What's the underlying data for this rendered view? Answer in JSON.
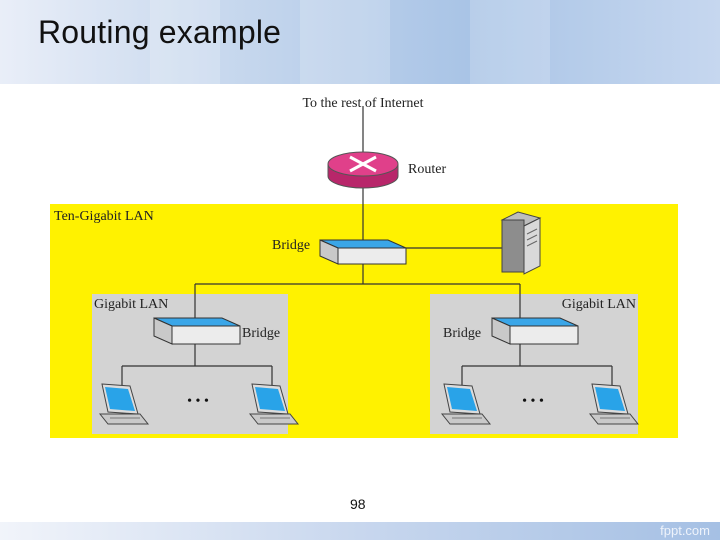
{
  "slide": {
    "title": "Routing example",
    "page_number": "98",
    "watermark": "fppt.com"
  },
  "diagram": {
    "internet_label": "To the rest of Internet",
    "router_label": "Router",
    "ten_gigabit_label": "Ten-Gigabit LAN",
    "core_bridge_label": "Bridge",
    "left_lan_label": "Gigabit LAN",
    "left_bridge_label": "Bridge",
    "right_lan_label": "Gigabit LAN",
    "right_bridge_label": "Bridge",
    "left_ellipsis": "• • •",
    "right_ellipsis": "• • •"
  },
  "colors": {
    "ten_gigabit_background": "#fff200",
    "gigabit_lan_background": "#d3d3d3",
    "router": "#e0408a",
    "bridge_top": "#3aa6e8",
    "laptop_screen": "#29a3e8"
  }
}
